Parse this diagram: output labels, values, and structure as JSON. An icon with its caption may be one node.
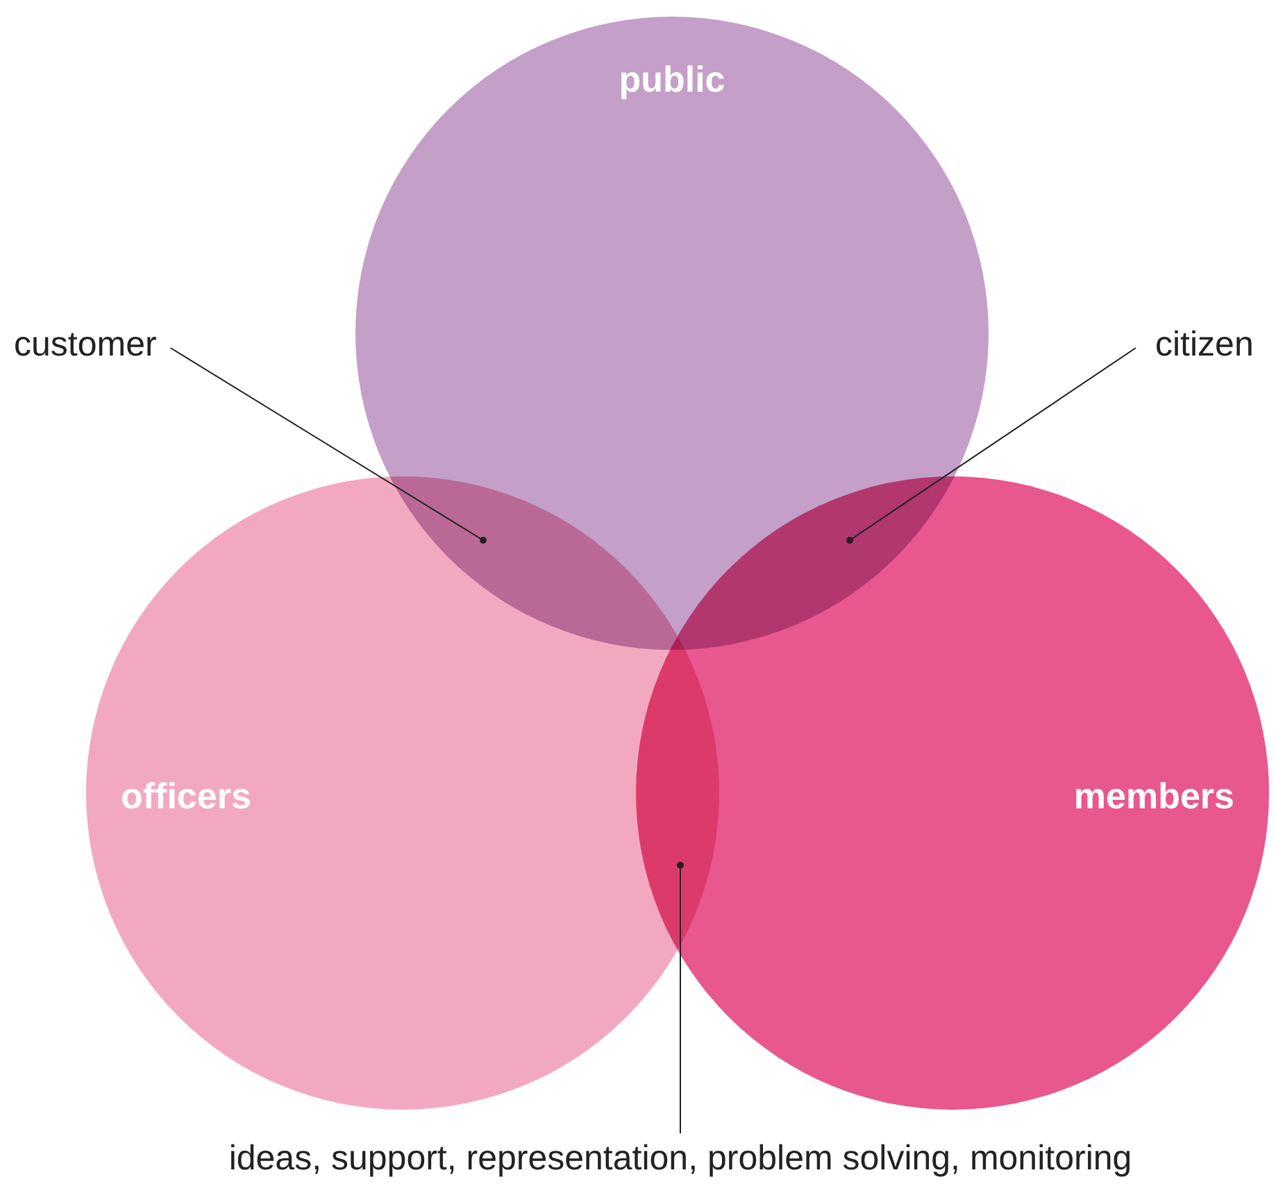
{
  "diagram": {
    "nodes": [
      {
        "text": [
          "public"
        ]
      },
      {
        "text": [
          "officers"
        ]
      },
      {
        "text": [
          "members"
        ]
      },
      {
        "text": [
          "customer"
        ]
      },
      {
        "text": [
          "citizen"
        ]
      },
      {
        "text": [
          "ideas, support, representation, problem solving, monitoring"
        ]
      }
    ],
    "edges": [
      {
        "from": 3,
        "to": 0,
        "arrow": "other"
      },
      {
        "from": 4,
        "to": 0,
        "arrow": "other"
      },
      {
        "from": 5,
        "to": 1,
        "arrow": "other"
      }
    ]
  }
}
